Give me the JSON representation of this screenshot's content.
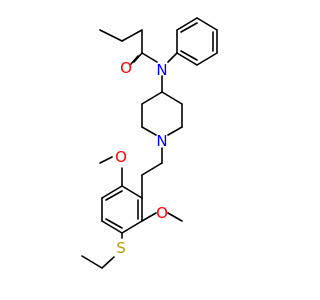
{
  "colors": {
    "background": "#ffffff",
    "bond": "#000000",
    "oxygen": "#ff0000",
    "nitrogen": "#0000ff",
    "sulfur": "#b3a200"
  },
  "atoms": {
    "carbonyl_o": "O",
    "amide_n": "N",
    "piperidine_n": "N",
    "methoxy_o_left": "O",
    "methoxy_o_right": "O",
    "thioether_s": "S"
  }
}
